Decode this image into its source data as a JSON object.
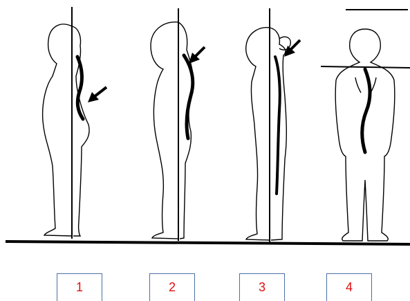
{
  "figure": {
    "panels": [
      {
        "label": "1",
        "curve": "lumbar-lordosis"
      },
      {
        "label": "2",
        "curve": "thoracic-kyphosis"
      },
      {
        "label": "3",
        "curve": "flat-back"
      },
      {
        "label": "4",
        "curve": "scoliosis"
      }
    ],
    "label_color": "#e01010",
    "box_border_color": "#4a6fa5",
    "line_color": "#000000"
  }
}
